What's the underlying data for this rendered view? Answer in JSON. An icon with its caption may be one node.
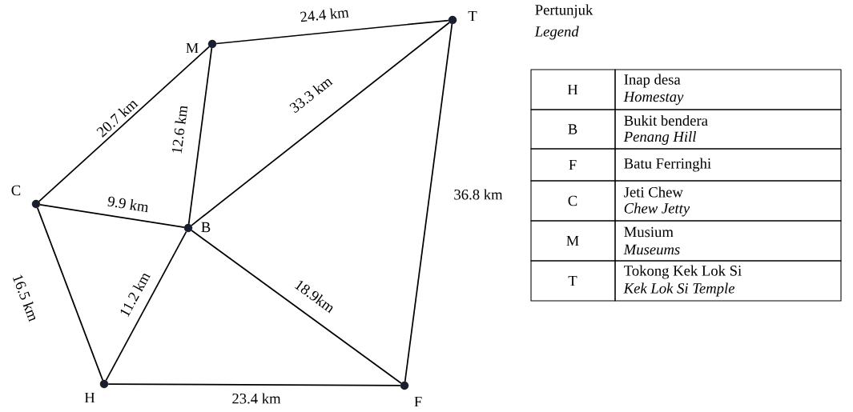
{
  "diagram": {
    "nodes": [
      {
        "text": [],
        "shape": "circle",
        "beside": [
          "M"
        ]
      },
      {
        "text": [],
        "shape": "circle",
        "beside": [
          "T"
        ]
      },
      {
        "text": [],
        "shape": "circle",
        "beside": [
          "C"
        ]
      },
      {
        "text": [],
        "shape": "circle",
        "beside": [
          "B"
        ]
      },
      {
        "text": [],
        "shape": "circle",
        "beside": [
          "H"
        ]
      },
      {
        "text": [],
        "shape": "circle",
        "beside": [
          "F"
        ]
      }
    ],
    "edges": [
      {
        "from": 0,
        "to": 1,
        "arrow": "none",
        "label": "24.4 km"
      },
      {
        "from": 2,
        "to": 0,
        "arrow": "none",
        "label": "20.7 km"
      },
      {
        "from": 0,
        "to": 3,
        "arrow": "none",
        "label": "12.6 km"
      },
      {
        "from": 3,
        "to": 1,
        "arrow": "none",
        "label": "33.3 km"
      },
      {
        "from": 2,
        "to": 3,
        "arrow": "none",
        "label": "9.9 km"
      },
      {
        "from": 1,
        "to": 5,
        "arrow": "none",
        "label": "36.8 km"
      },
      {
        "from": 2,
        "to": 4,
        "arrow": "none",
        "label": "16.5 km"
      },
      {
        "from": 3,
        "to": 4,
        "arrow": "none",
        "label": "11.2 km"
      },
      {
        "from": 3,
        "to": 5,
        "arrow": "none",
        "label": "18.9km"
      },
      {
        "from": 4,
        "to": 5,
        "arrow": "none",
        "label": "23.4 km"
      }
    ],
    "labels": [
      "Pertunjuk",
      "Legend",
      "H",
      "Inap desa",
      "Homestay",
      "B",
      "Bukit bendera",
      "Penang Hill",
      "F",
      "Batu Ferringhi",
      "C",
      "Jeti Chew",
      "Chew Jetty",
      "M",
      "Musium",
      "Museums",
      "T",
      "Tokong Kek Lok Si",
      "Kek Lok Si Temple"
    ]
  }
}
